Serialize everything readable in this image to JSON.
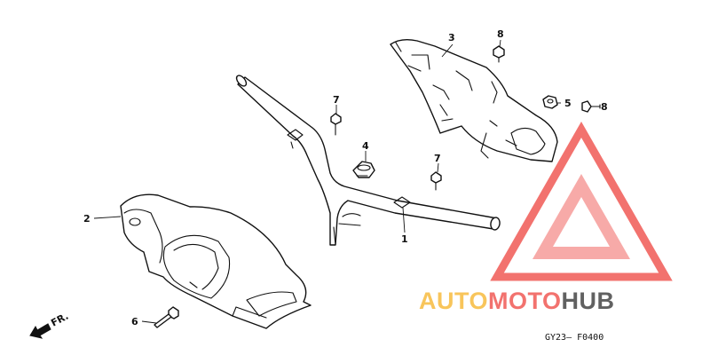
{
  "diagram": {
    "callouts": [
      {
        "id": "c1",
        "label": "1"
      },
      {
        "id": "c2",
        "label": "2"
      },
      {
        "id": "c3",
        "label": "3"
      },
      {
        "id": "c4",
        "label": "4"
      },
      {
        "id": "c5",
        "label": "5"
      },
      {
        "id": "c6",
        "label": "6"
      },
      {
        "id": "c7a",
        "label": "7"
      },
      {
        "id": "c7b",
        "label": "7"
      },
      {
        "id": "c8a",
        "label": "8"
      },
      {
        "id": "c8b",
        "label": "8"
      }
    ],
    "direction_label": "FR.",
    "figure_code": "GY23— F0400"
  },
  "watermark": {
    "part1": "AUTOMOTO",
    "part2": "HUB",
    "colors": {
      "triangle": "#f0504b",
      "auto": "#f7b733",
      "moto": "#f0504b",
      "hub": "#3a3a3a"
    }
  }
}
